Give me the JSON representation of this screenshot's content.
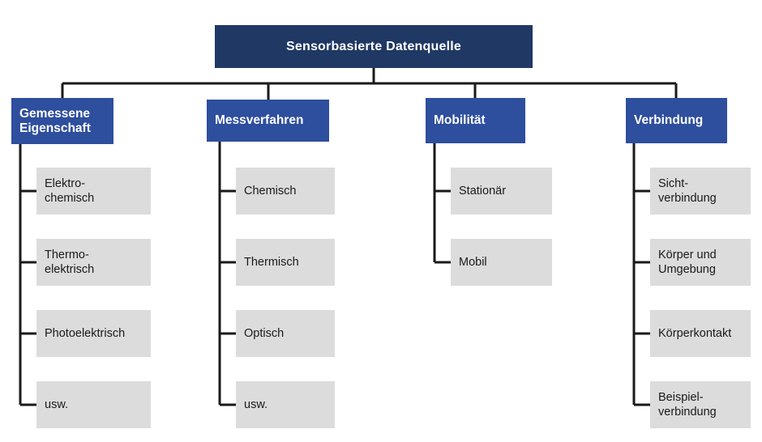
{
  "diagram": {
    "type": "tree",
    "title": "Sensorbasierte Datenquelle",
    "root": {
      "label": "Sensorbasierte Datenquelle",
      "color": "#1F3864",
      "text_color": "#FFFFFF"
    },
    "branch_color": "#2E4E9E",
    "leaf_color": "#DCDCDC",
    "connector_color": "#1A1A1A",
    "branches": [
      {
        "label": "Gemessene\nEigenschaft",
        "leaves": [
          {
            "label": "Elektro-\nchemisch"
          },
          {
            "label": "Thermo-\nelektrisch"
          },
          {
            "label": "Photoelektrisch"
          },
          {
            "label": "usw."
          }
        ]
      },
      {
        "label": "Messverfahren",
        "leaves": [
          {
            "label": "Chemisch"
          },
          {
            "label": "Thermisch"
          },
          {
            "label": "Optisch"
          },
          {
            "label": "usw."
          }
        ]
      },
      {
        "label": "Mobilität",
        "leaves": [
          {
            "label": "Stationär"
          },
          {
            "label": "Mobil"
          }
        ]
      },
      {
        "label": "Verbindung",
        "leaves": [
          {
            "label": "Sicht-\nverbindung"
          },
          {
            "label": "Körper und\nUmgebung"
          },
          {
            "label": "Körperkontakt"
          },
          {
            "label": "Beispiel-\nverbindung"
          }
        ]
      }
    ]
  }
}
